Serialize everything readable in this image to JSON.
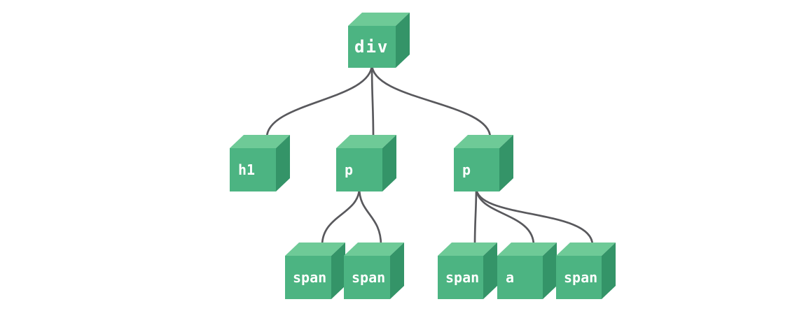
{
  "diagram": {
    "kind": "dom-tree",
    "colors": {
      "cube-top": "#6eca97",
      "cube-front": "#4cb482",
      "cube-side": "#349468",
      "edge-line": "#59595d",
      "label-text": "#ffffff",
      "background": "#ffffff"
    },
    "nodes": [
      {
        "id": "div",
        "label": "div",
        "parent": null,
        "level": 0
      },
      {
        "id": "h1",
        "label": "h1",
        "parent": "div",
        "level": 1
      },
      {
        "id": "p1",
        "label": "p",
        "parent": "div",
        "level": 1
      },
      {
        "id": "p2",
        "label": "p",
        "parent": "div",
        "level": 1
      },
      {
        "id": "span1",
        "label": "span",
        "parent": "p1",
        "level": 2
      },
      {
        "id": "span2",
        "label": "span",
        "parent": "p1",
        "level": 2
      },
      {
        "id": "span3",
        "label": "span",
        "parent": "p2",
        "level": 2
      },
      {
        "id": "a1",
        "label": "a",
        "parent": "p2",
        "level": 2
      },
      {
        "id": "span4",
        "label": "span",
        "parent": "p2",
        "level": 2
      }
    ],
    "edges": [
      {
        "from": "div",
        "to": "h1"
      },
      {
        "from": "div",
        "to": "p1"
      },
      {
        "from": "div",
        "to": "p2"
      },
      {
        "from": "p1",
        "to": "span1"
      },
      {
        "from": "p1",
        "to": "span2"
      },
      {
        "from": "p2",
        "to": "span3"
      },
      {
        "from": "p2",
        "to": "a1"
      },
      {
        "from": "p2",
        "to": "span4"
      }
    ]
  }
}
